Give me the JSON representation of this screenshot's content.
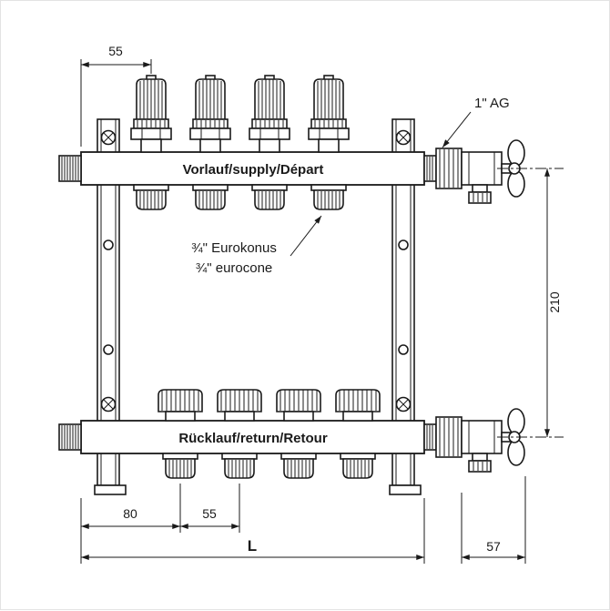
{
  "labels": {
    "supply": "Vorlauf/supply/Départ",
    "return": "Rücklauf/return/Retour",
    "eurokonus_de": "¾\" Eurokonus",
    "eurokonus_en": "¾\" eurocone",
    "outer_thread": "1\" AG"
  },
  "dimensions": {
    "top_spacing": "55",
    "valve_height": "210",
    "first_outlet_offset": "80",
    "outlet_spacing": "55",
    "total_length": "L",
    "valve_length": "57"
  }
}
